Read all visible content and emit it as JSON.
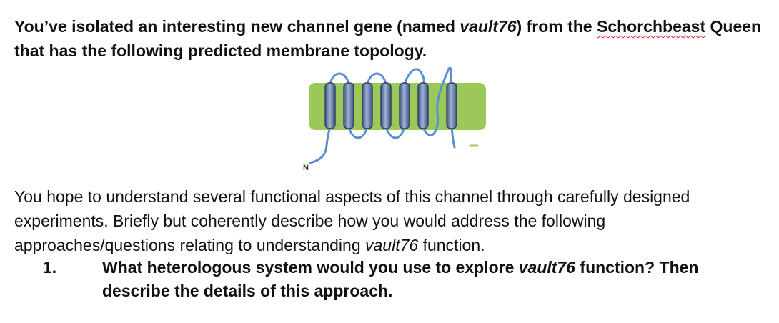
{
  "intro": {
    "part1": "You’ve isolated an interesting new channel gene (named ",
    "gene": "vault76",
    "part2": ") from the ",
    "flagged_word": "Schorchbeast",
    "part3": " Queen that has the following predicted membrane topology."
  },
  "figure": {
    "n_terminus_label": "N",
    "membrane_color": "#9cc85a",
    "helix_color": "#6f86b0",
    "loop_color": "#5b8fd0"
  },
  "body": {
    "part1": "You hope to understand several functional aspects of this channel through carefully designed experiments.  Briefly but coherently describe how you would address the following approaches/questions relating to understanding ",
    "gene": "vault76",
    "part2": " function."
  },
  "question1": {
    "number": "1.",
    "part1": "What heterologous system would you use to explore ",
    "gene": "vault76",
    "part2": " function? Then describe the details of this approach."
  }
}
